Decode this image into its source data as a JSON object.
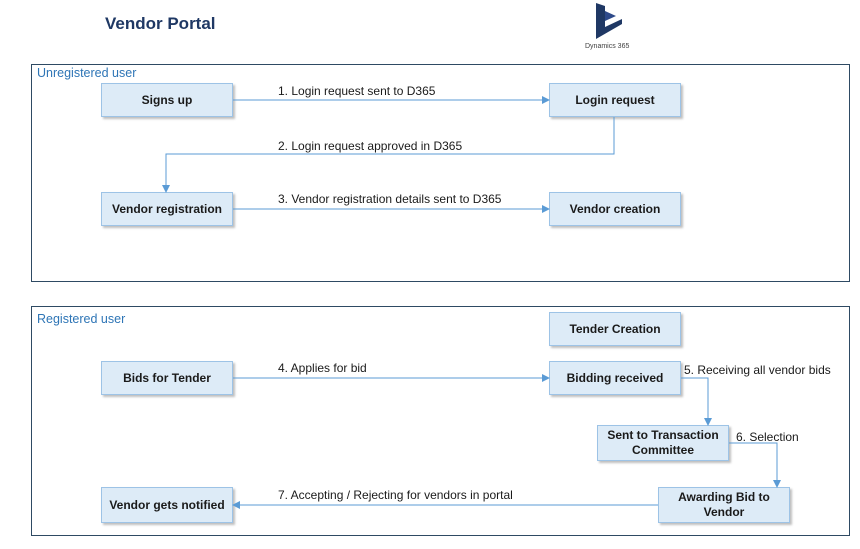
{
  "header": {
    "title": "Vendor Portal",
    "logo_text": "Dynamics 365"
  },
  "sections": {
    "unregistered": {
      "label": "Unregistered user",
      "boxes": {
        "signs_up": "Signs up",
        "login_request": "Login request",
        "vendor_registration": "Vendor registration",
        "vendor_creation": "Vendor creation"
      },
      "steps": {
        "step1": "1. Login request sent to D365",
        "step2": "2. Login request approved in D365",
        "step3": "3. Vendor registration details sent to D365"
      }
    },
    "registered": {
      "label": "Registered user",
      "boxes": {
        "tender_creation": "Tender Creation",
        "bids_for_tender": "Bids for Tender",
        "bidding_received": "Bidding received",
        "sent_to_committee": "Sent to Transaction Committee",
        "awarding_bid": "Awarding Bid to Vendor",
        "vendor_notified": "Vendor gets notified"
      },
      "steps": {
        "step4": "4. Applies for bid",
        "step5": "5. Receiving all vendor bids",
        "step6": "6. Selection",
        "step7": "7. Accepting / Rejecting for vendors in portal"
      }
    }
  },
  "colors": {
    "title": "#1f3864",
    "section_label": "#2e75b6",
    "section_border": "#2e4a63",
    "box_fill": "#ddebf7",
    "box_border": "#9dc3e6",
    "arrow": "#5b9bd5",
    "logo": "#1f3864"
  }
}
